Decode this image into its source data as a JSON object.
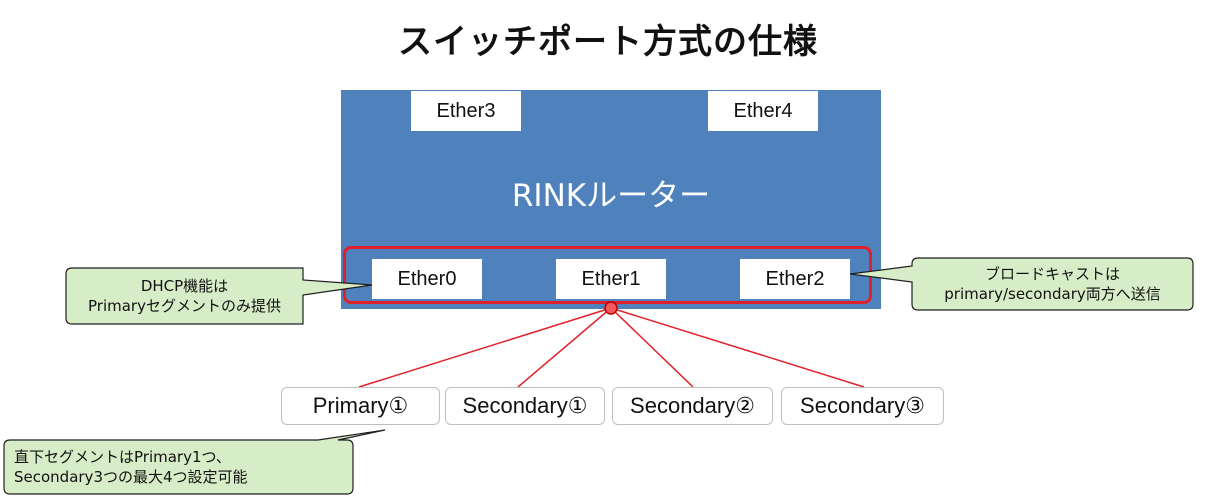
{
  "title": "スイッチポート方式の仕様",
  "router": {
    "name": "RINKルーター",
    "ports": {
      "ether3": "Ether3",
      "ether4": "Ether4",
      "ether0": "Ether0",
      "ether1": "Ether1",
      "ether2": "Ether2"
    }
  },
  "segments": [
    "Primary①",
    "Secondary①",
    "Secondary②",
    "Secondary③"
  ],
  "notes": {
    "dhcp": [
      "DHCP機能は",
      "Primaryセグメントのみ提供"
    ],
    "broadcast": [
      "ブロードキャストは",
      "primary/secondary両方へ送信"
    ],
    "segments": [
      "直下セグメントはPrimary1つ、",
      "Secondary3つの最大4つ設定可能"
    ]
  },
  "colors": {
    "router": "#4f81bd",
    "highlight": "#e0202a",
    "callout_fill": "#d7edc7",
    "callout_border": "#1f1f1f"
  }
}
